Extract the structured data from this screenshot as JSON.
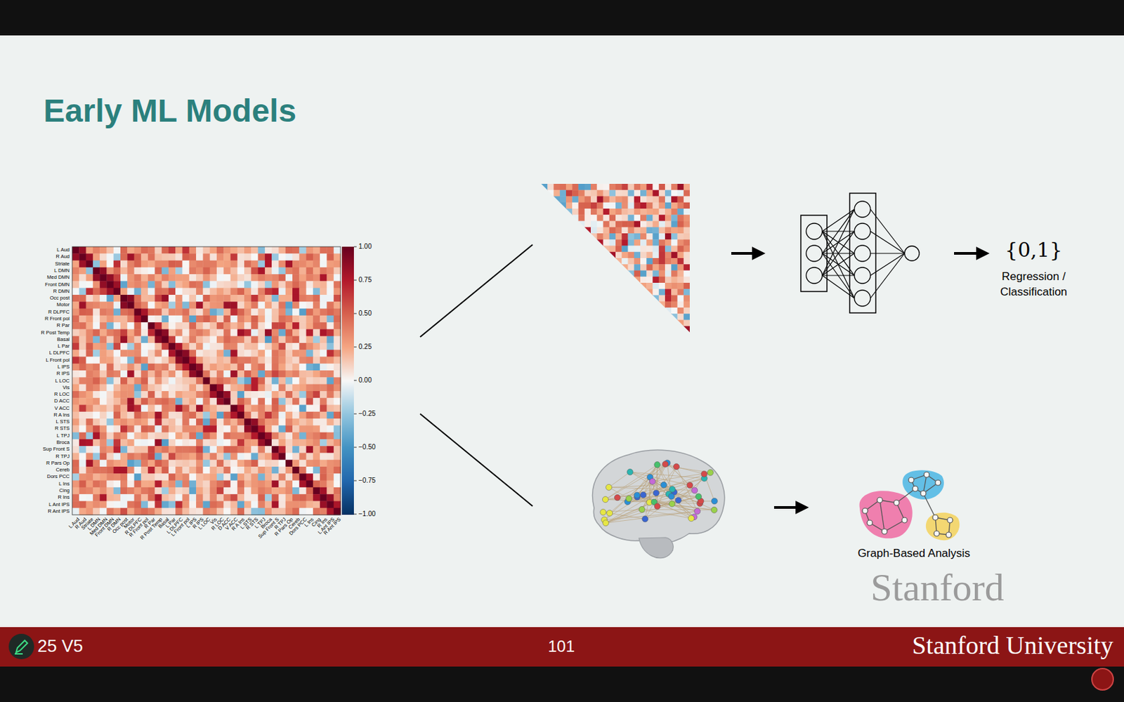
{
  "diagram": {
    "title": "Early ML Models",
    "labels": [
      "L Aud",
      "R Aud",
      "Striate",
      "L DMN",
      "Med DMN",
      "Front DMN",
      "R DMN",
      "Occ post",
      "Motor",
      "R DLPFC",
      "R Front pol",
      "R Par",
      "R Post Temp",
      "Basal",
      "L Par",
      "L DLPFC",
      "L Front pol",
      "L IPS",
      "R IPS",
      "L LOC",
      "Vis",
      "R LOC",
      "D ACC",
      "V ACC",
      "R A Ins",
      "L STS",
      "R STS",
      "L TPJ",
      "Broca",
      "Sup Front S",
      "R TPJ",
      "R Pars Op",
      "Cereb",
      "Dors PCC",
      "L Ins",
      "Cing",
      "R Ins",
      "L Ant IPS",
      "R Ant IPS",
      "L Aud",
      "R Aud",
      "Striate",
      "L DMN",
      "Med DMN",
      "Front DMN",
      "R DMN",
      "Occ post",
      "Motor",
      "R DLPFC",
      "R Front pol",
      "R Par",
      "R Post Temp",
      "Basal",
      "L Par",
      "L DLPFC",
      "L Front pol",
      "L IPS",
      "R IPS",
      "L LOC",
      "Vis",
      "R LOC",
      "D ACC",
      "V ACC",
      "R A Ins",
      "L STS",
      "R STS",
      "L TPJ",
      "Broca",
      "Sup Front S",
      "R TPJ",
      "R Pars Op",
      "Cereb",
      "Dors PCC",
      "L Ins",
      "Cing",
      "R Ins",
      "L Ant IPS",
      "R Ant IPS",
      "1.00",
      "0.75",
      "0.50",
      "0.25",
      "0.00",
      "−0.25",
      "−0.50",
      "−0.75",
      "−1.00",
      "{0,1}",
      "Regression / Classification",
      "Graph-Based Analysis",
      "Stanford",
      "25 V5",
      "101",
      "Stanford University"
    ]
  }
}
